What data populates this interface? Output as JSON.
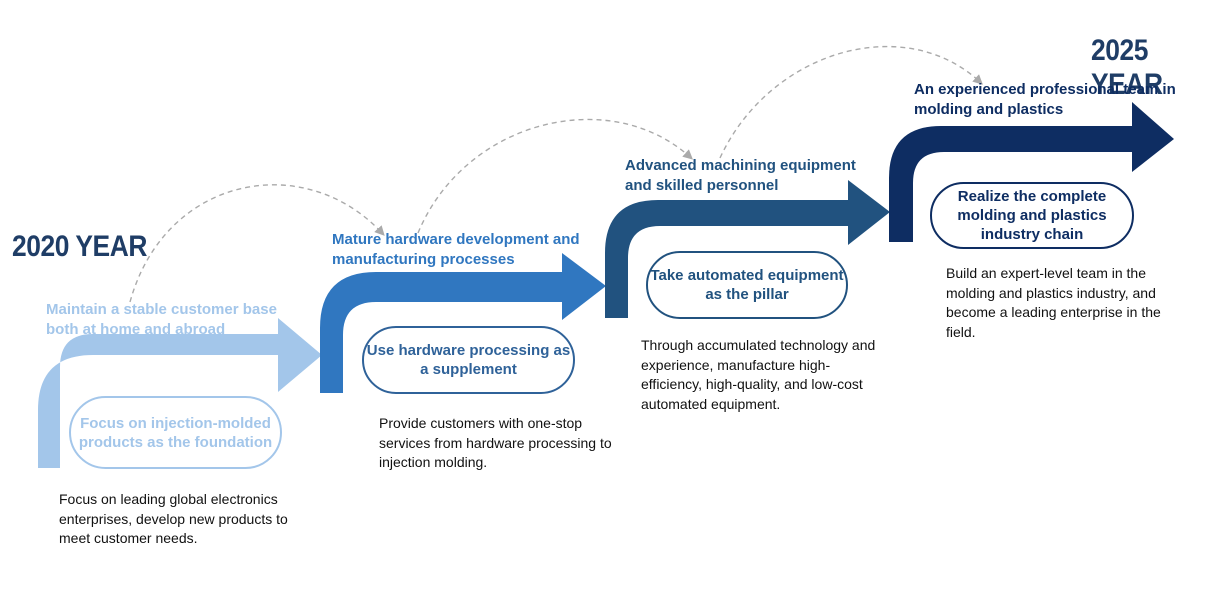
{
  "start_year": "2020 YEAR",
  "end_year": "2025 YEAR",
  "stages": [
    {
      "heading": "Maintain a stable customer base both at home and abroad",
      "pill": "Focus on injection-molded products as the foundation",
      "description": "Focus on leading global electronics enterprises, develop new products to meet customer needs.",
      "color": "#a3c6ea"
    },
    {
      "heading": "Mature hardware development and manufacturing processes",
      "pill": "Use hardware processing as a supplement",
      "description": "Provide customers with one-stop services from hardware processing to injection molding.",
      "color": "#3077c0"
    },
    {
      "heading": "Advanced machining equipment and skilled personnel",
      "pill": "Take automated equipment as the pillar",
      "description": "Through accumulated technology and experience, manufacture high-efficiency, high-quality, and low-cost automated equipment.",
      "color": "#21527f"
    },
    {
      "heading": "An experienced professional team in molding and plastics",
      "pill": "Realize the complete molding and plastics industry chain",
      "description": "Build an expert-level team in the molding and plastics industry, and become a leading enterprise in the field.",
      "color": "#0e2d62"
    }
  ],
  "colors": {
    "year_text": "#1f3d66",
    "dashed_arrow": "#aaaaaa"
  }
}
